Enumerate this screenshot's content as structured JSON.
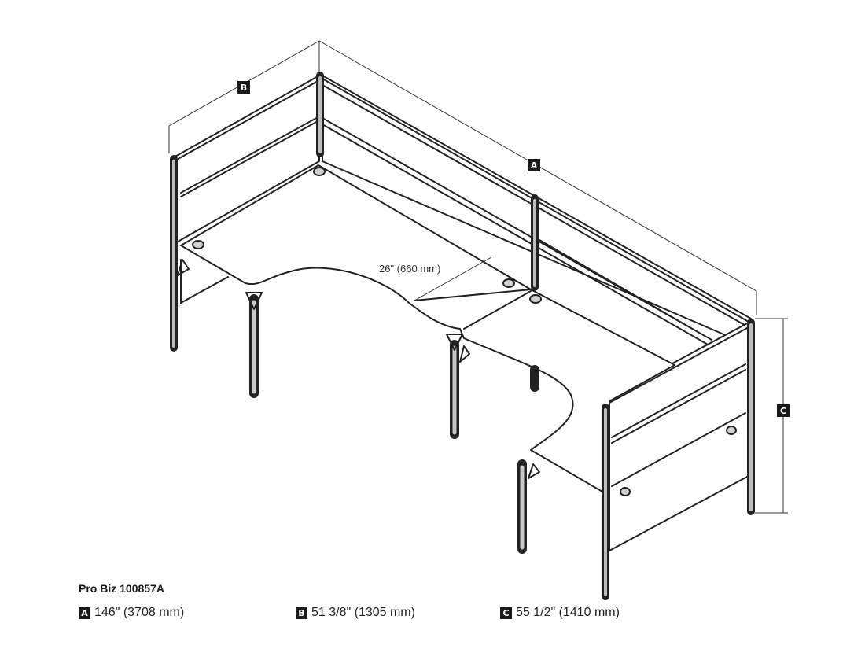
{
  "product": {
    "title": "Pro Biz 100857A"
  },
  "dimensions": [
    {
      "tag": "A",
      "text": "146\" (3708 mm)"
    },
    {
      "tag": "B",
      "text": "51 3/8\" (1305 mm)"
    },
    {
      "tag": "C",
      "text": "55 1/2\" (1410 mm)"
    }
  ],
  "drawing_labels": {
    "depth_label": "26\" (660 mm)",
    "tag_a": "A",
    "tag_b": "B",
    "tag_c": "C"
  },
  "colors": {
    "line": "#222222",
    "tag_fill": "#1a1a1a",
    "background": "#ffffff"
  }
}
